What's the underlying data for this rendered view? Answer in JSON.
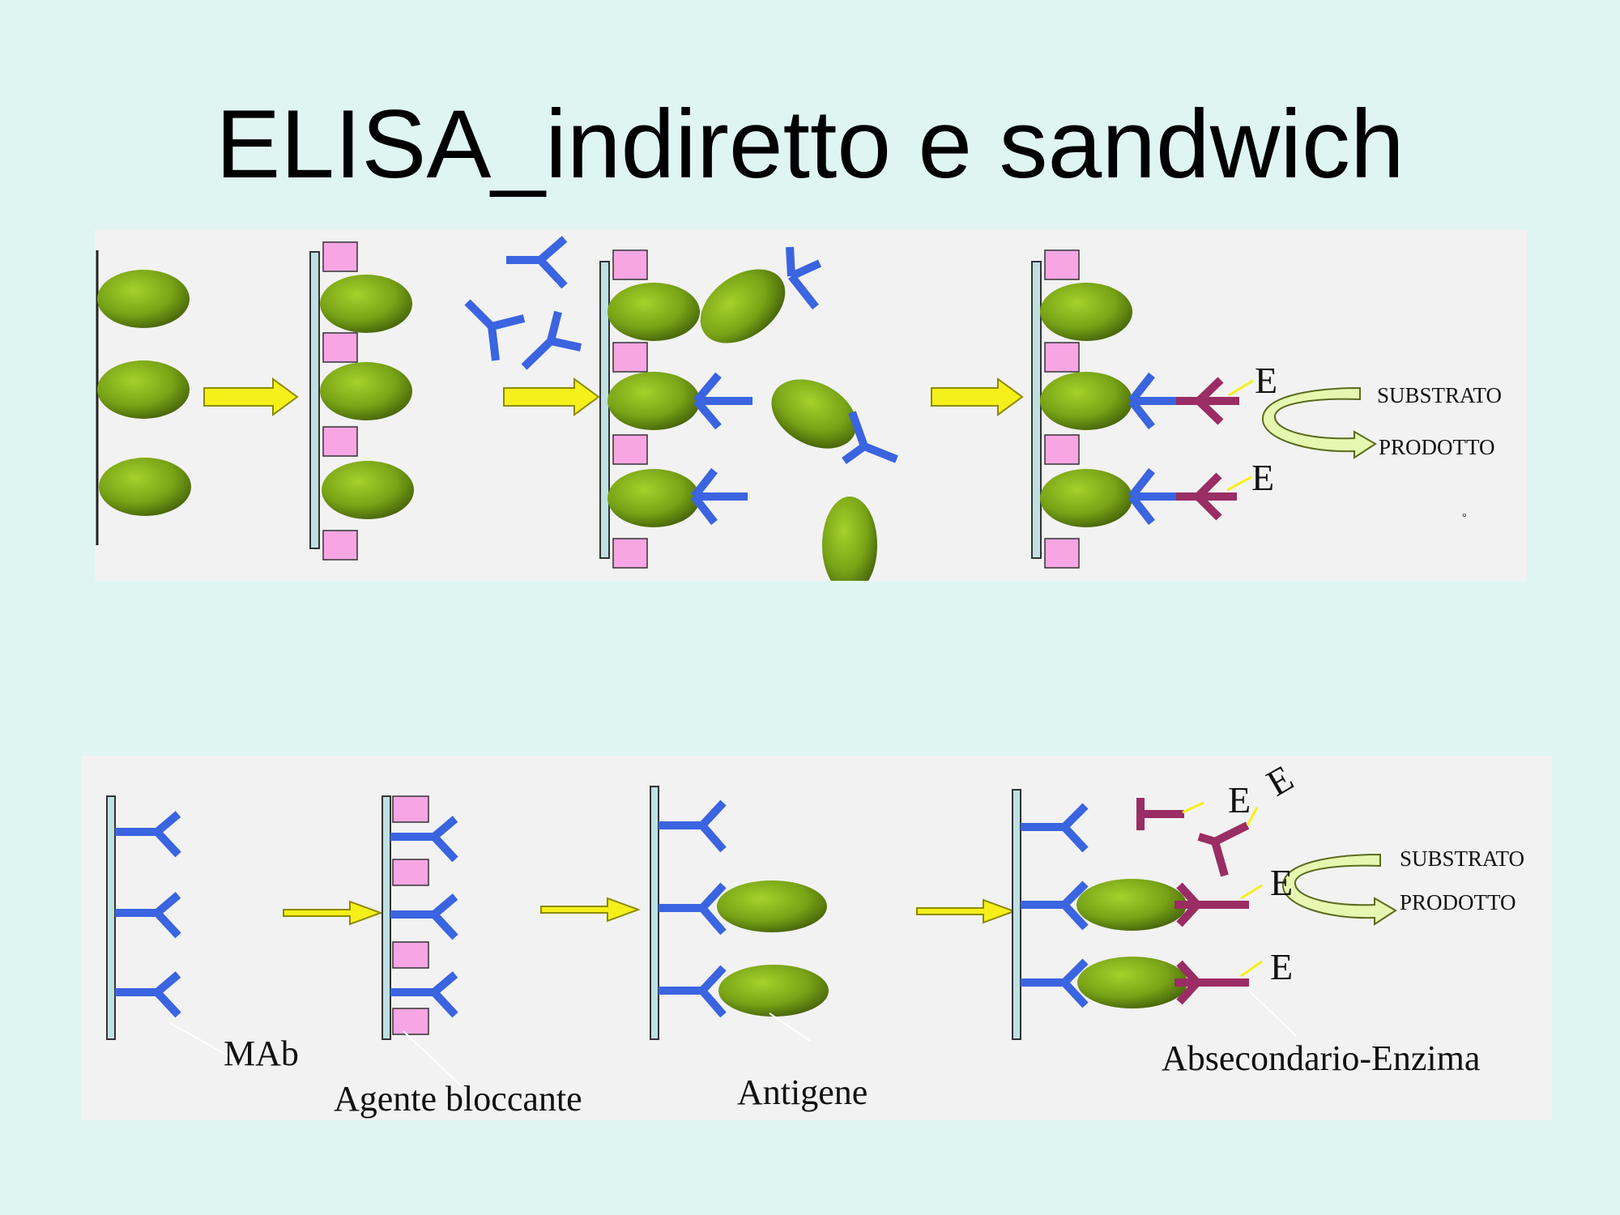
{
  "slide": {
    "title": "ELISA_indiretto e sandwich"
  },
  "panel_indirect": {
    "enzyme_label": "E",
    "substrate_label": "SUBSTRATO",
    "product_label": "PRODOTTO"
  },
  "panel_sandwich": {
    "enzyme_label": "E",
    "substrate_label": "SUBSTRATO",
    "product_label": "PRODOTTO",
    "label_mab": "MAb",
    "label_blocking": "Agente bloccante",
    "label_antigen": "Antigene",
    "label_secondary": "Absecondario-Enzima"
  },
  "colors": {
    "background": "#dff5f1",
    "panel": "#f2f2f2",
    "antigen": "#7aa816",
    "primary_antibody": "#3a64e0",
    "secondary_antibody": "#9a2d63",
    "blocking_agent": "#f7a6e3",
    "arrow": "#f5f01a",
    "plate": "#bfe0e3"
  }
}
